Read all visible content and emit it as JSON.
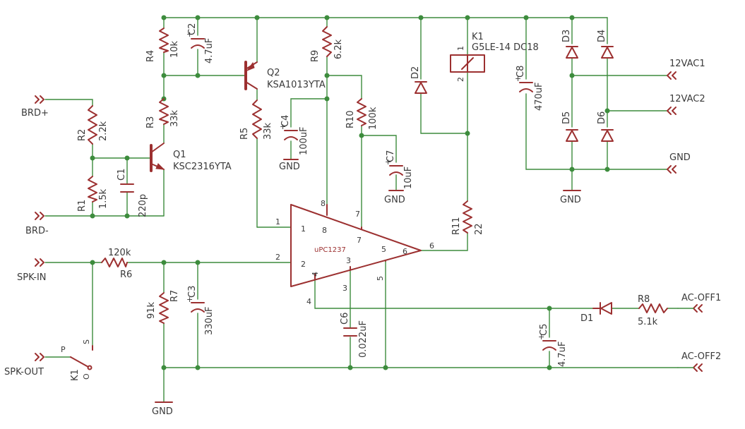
{
  "ports": {
    "brd_plus": "BRD+",
    "brd_minus": "BRD-",
    "spk_in": "SPK-IN",
    "spk_out": "SPK-OUT",
    "vac1": "12VAC1",
    "vac2": "12VAC2",
    "gnd_port": "GND",
    "ac_off1": "AC-OFF1",
    "ac_off2": "AC-OFF2"
  },
  "gnd_symbols": {
    "c4": "GND",
    "c7": "GND",
    "bridge": "GND",
    "bottom": "GND"
  },
  "resistors": {
    "r1": {
      "name": "R1",
      "value": "1.5k"
    },
    "r2": {
      "name": "R2",
      "value": "2.2k"
    },
    "r3": {
      "name": "R3",
      "value": "33k"
    },
    "r4": {
      "name": "R4",
      "value": "10k"
    },
    "r5": {
      "name": "R5",
      "value": "33k"
    },
    "r6": {
      "name": "R6",
      "value": "120k"
    },
    "r7": {
      "name": "R7",
      "value": "91k"
    },
    "r8": {
      "name": "R8",
      "value": "5.1k"
    },
    "r9": {
      "name": "R9",
      "value": "6.2k"
    },
    "r10": {
      "name": "R10",
      "value": "100k"
    },
    "r11": {
      "name": "R11",
      "value": "22"
    }
  },
  "capacitors": {
    "c1": {
      "name": "C1",
      "value": "220p"
    },
    "c2": {
      "name": "C2",
      "value": "4.7uF"
    },
    "c3": {
      "name": "C3",
      "value": "330uF"
    },
    "c4": {
      "name": "C4",
      "value": "100uF"
    },
    "c5": {
      "name": "C5",
      "value": "4.7uF"
    },
    "c6": {
      "name": "C6",
      "value": "0.022uF"
    },
    "c7": {
      "name": "C7",
      "value": "10uF"
    },
    "c8": {
      "name": "C8",
      "value": "470uF"
    }
  },
  "diodes": {
    "d1": "D1",
    "d2": "D2",
    "d3": "D3",
    "d4": "D4",
    "d5": "D5",
    "d6": "D6"
  },
  "transistors": {
    "q1": {
      "name": "Q1",
      "part": "KSC2316YTA"
    },
    "q2": {
      "name": "Q2",
      "part": "KSA1013YTA"
    }
  },
  "relay": {
    "name": "K1",
    "part": "G5LE-14 DC18",
    "coil_pin1": "1",
    "coil_pin2": "2",
    "switch_name": "K1",
    "pin_p": "P",
    "pin_s": "S",
    "pin_o": "O"
  },
  "ic": {
    "part": "uPC1237",
    "pins": {
      "p1_out": "1",
      "p1_in": "1",
      "p2_out": "2",
      "p2_in": "2",
      "p3_out": "3",
      "p3_in": "3",
      "p4_out": "4",
      "p4_in": "4",
      "p5_out": "5",
      "p5_in": "5",
      "p6_out": "6",
      "p6_in": "6",
      "p7_out": "7",
      "p7_in": "7",
      "p8_out": "8",
      "p8_in": "8"
    }
  },
  "colors": {
    "wire": "#3d8c3d",
    "component": "#9c3030",
    "text": "#3a3a3a",
    "background": "#ffffff"
  }
}
